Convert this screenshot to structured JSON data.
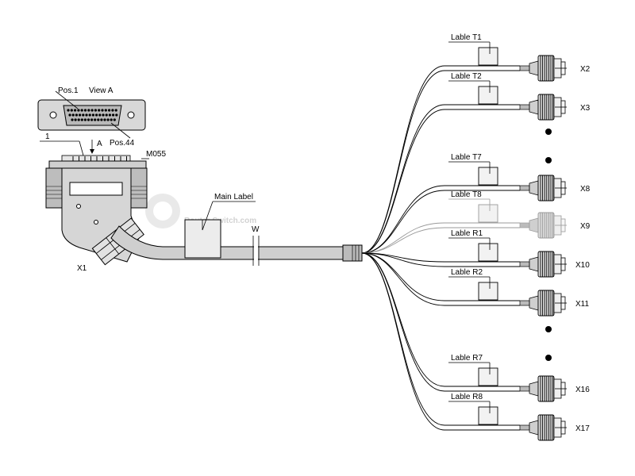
{
  "connector": {
    "designator": "X1",
    "view_label": "View A",
    "pos_first": "Pos.1",
    "pos_last": "Pos.44",
    "pin_one": "1",
    "view_arrow": "A",
    "part_code": "M055"
  },
  "cable": {
    "main_label": "Main Label",
    "designator": "W"
  },
  "watermark": "Router-Switch.com",
  "branches": [
    {
      "label": "Lable T1",
      "connector": "X2",
      "faded": false
    },
    {
      "label": "Lable T2",
      "connector": "X3",
      "faded": false
    },
    {
      "label": "Lable T7",
      "connector": "X8",
      "faded": false
    },
    {
      "label": "Lable T8",
      "connector": "X9",
      "faded": true
    },
    {
      "label": "Lable R1",
      "connector": "X10",
      "faded": false
    },
    {
      "label": "Lable R2",
      "connector": "X11",
      "faded": false
    },
    {
      "label": "Lable R7",
      "connector": "X16",
      "faded": false
    },
    {
      "label": "Lable R8",
      "connector": "X17",
      "faded": false
    }
  ],
  "colors": {
    "line": "#000000",
    "faded": "#9a9a9a",
    "body_fill": "#d4d4d4",
    "cable_fill": "#cfcfcf"
  }
}
